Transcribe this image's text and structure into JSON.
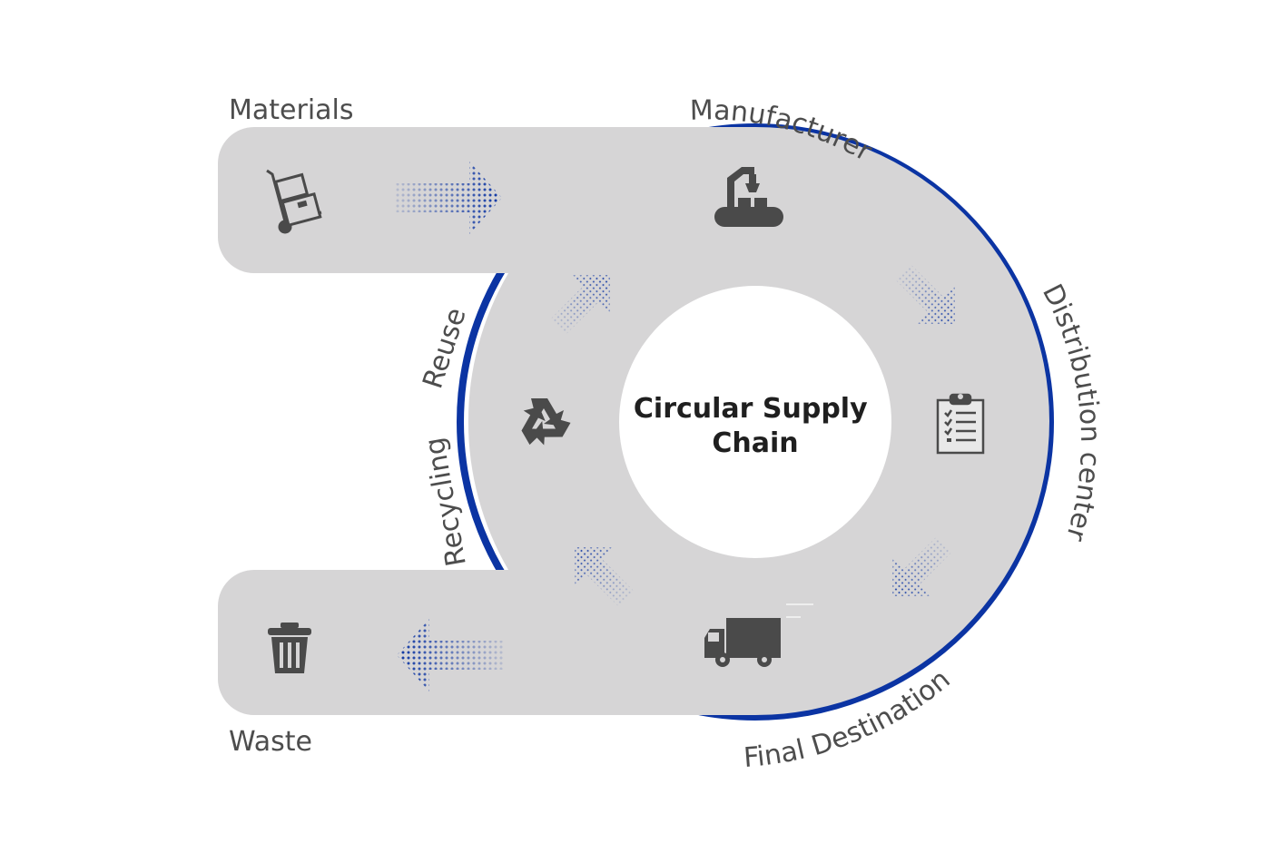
{
  "center_title": {
    "line1": "Circular Supply",
    "line2": "Chain"
  },
  "labels": {
    "materials": "Materials",
    "manufacturer": "Manufacturer",
    "distribution_center": "Distribution center",
    "final_destination": "Final Destination",
    "waste": "Waste",
    "reuse": "Reuse",
    "recycling": "Recycling"
  },
  "icons": {
    "materials": "hand-truck-boxes-icon",
    "manufacturer": "robotic-arm-conveyor-icon",
    "distribution": "clipboard-checklist-icon",
    "delivery": "delivery-truck-icon",
    "waste": "trash-bin-icon",
    "recycle": "recycle-icon"
  },
  "colors": {
    "track": "#d6d5d6",
    "ring": "#0b34a3",
    "icon": "#4a4a4a",
    "label": "#4d4d4d",
    "arrow": "#0b34a3"
  }
}
